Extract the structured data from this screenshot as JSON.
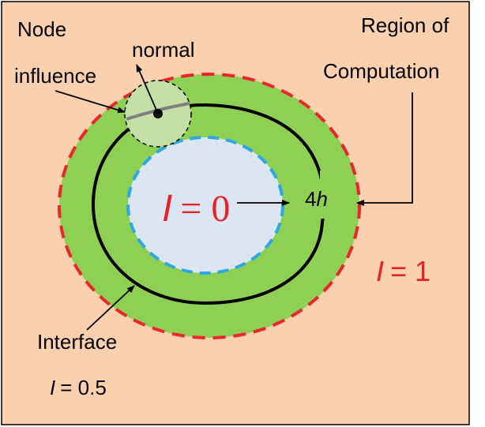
{
  "labels": {
    "node_line1": "Node",
    "node_line2": "influence",
    "normal": "normal",
    "region_line1": "Region of",
    "region_line2": "Computation",
    "inner_I": "I",
    "inner_value": "= 0",
    "thickness_num": "4",
    "thickness_var": "h",
    "outer_I": "I",
    "outer_value": "= 1",
    "interface": "Interface",
    "interface_I": "I",
    "interface_value": "= 0.5"
  },
  "colors": {
    "background": "#FBD0AE",
    "band": "#8ED054",
    "inner": "#DCE6F2",
    "outer_dashed": "#E8262B",
    "inner_dashed": "#2EA7E3",
    "influence": "#C5E0A7",
    "red_text": "#E52228"
  }
}
